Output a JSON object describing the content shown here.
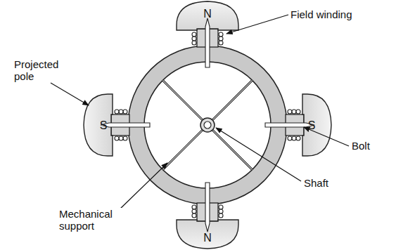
{
  "diagram": {
    "labels": [
      "N",
      "S",
      "S",
      "N",
      "Field winding",
      "Projected pole",
      "Bolt",
      "Shaft",
      "Mechanical support"
    ]
  }
}
